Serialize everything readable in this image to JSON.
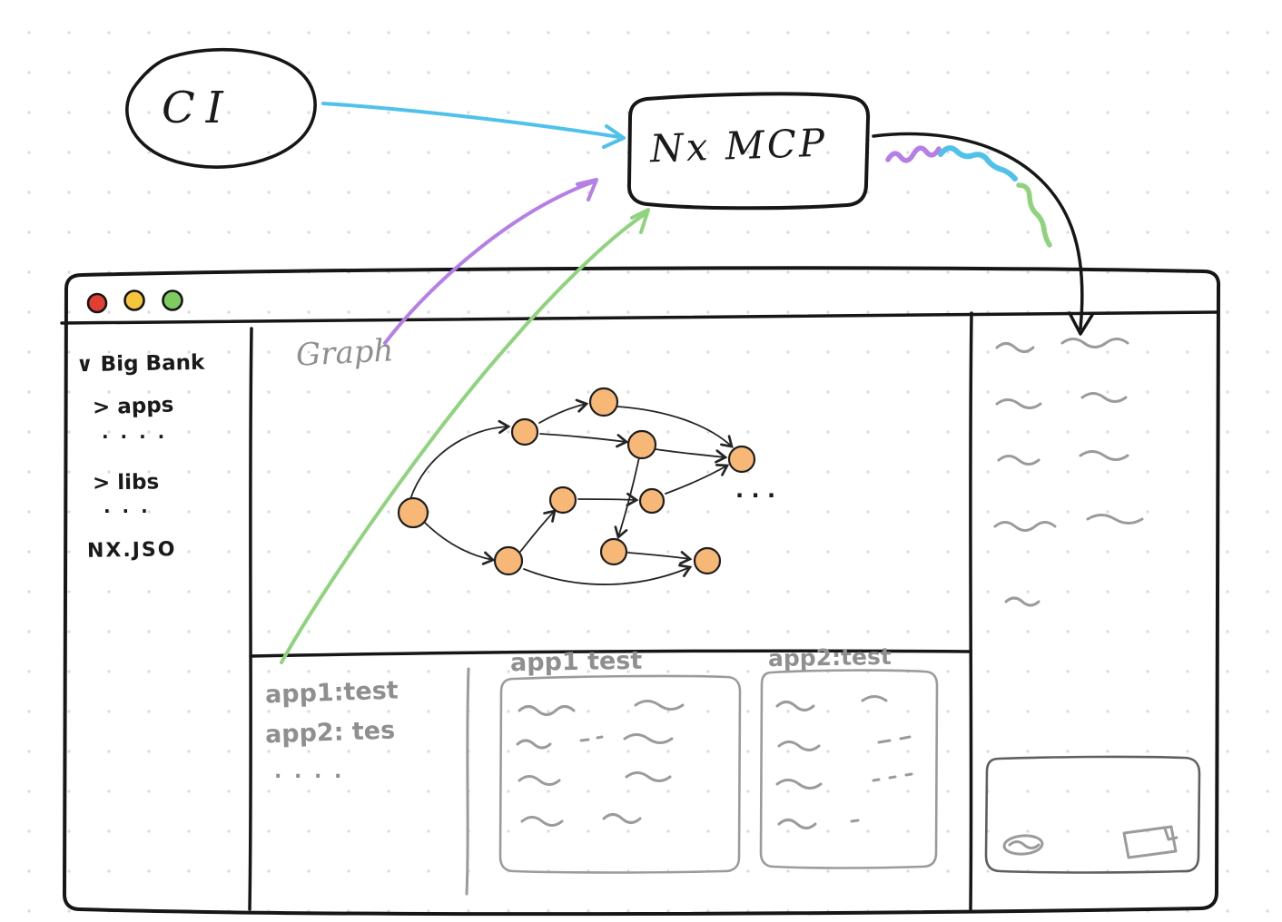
{
  "colors": {
    "arrow_blue": "#4fc1ea",
    "arrow_purple": "#b57fe6",
    "arrow_green": "#8fd37f",
    "ink": "#161616",
    "muted": "#9b9b9b",
    "node_fill": "#f7b877",
    "traffic_red": "#e23f33",
    "traffic_yellow": "#f5c63c",
    "traffic_green": "#7ecb5f"
  },
  "diagram": {
    "ci_label": "CI",
    "mcp_label": "Nx MCP"
  },
  "window": {
    "graph_label": "Graph",
    "graph_ellipsis": ". . .",
    "sidebar": {
      "items": [
        {
          "label": "∨ Big Bank"
        },
        {
          "label": "> apps"
        },
        {
          "label": ". . . ."
        },
        {
          "label": "> libs"
        },
        {
          "label": ". . ."
        },
        {
          "label": "NX.JSO"
        }
      ]
    },
    "bottom": {
      "tasks": [
        {
          "label": "app1:test"
        },
        {
          "label": "app2: tes"
        },
        {
          "label": ". . . ."
        }
      ],
      "panels": [
        {
          "title": "app1 test"
        },
        {
          "title": "app2:test"
        }
      ]
    }
  }
}
